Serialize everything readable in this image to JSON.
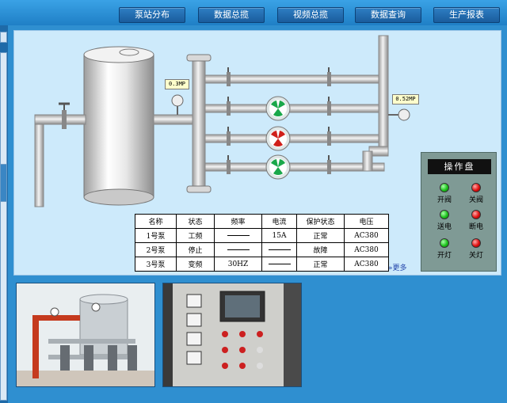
{
  "nav": {
    "buttons": [
      "泵站分布",
      "数据总揽",
      "视频总揽",
      "数据查询",
      "生产报表"
    ]
  },
  "gauges": {
    "left": "0.3MP",
    "right": "0.52MP"
  },
  "table": {
    "headers": [
      "名称",
      "状态",
      "频率",
      "电流",
      "保护状态",
      "电压"
    ],
    "rows": [
      [
        "1号泵",
        "工频",
        "—",
        "15A",
        "正常",
        "AC380"
      ],
      [
        "2号泵",
        "停止",
        "—",
        "—",
        "故障",
        "AC380"
      ],
      [
        "3号泵",
        "变频",
        "30HZ",
        "—",
        "正常",
        "AC380"
      ]
    ],
    "more": "更多"
  },
  "operation_panel": {
    "title": "操作盘",
    "buttons": [
      {
        "label": "开阀",
        "color": "green"
      },
      {
        "label": "关阀",
        "color": "red"
      },
      {
        "label": "送电",
        "color": "green"
      },
      {
        "label": "断电",
        "color": "red"
      },
      {
        "label": "开灯",
        "color": "green"
      },
      {
        "label": "关灯",
        "color": "red"
      }
    ]
  },
  "colors": {
    "panel_bg": "#cdeafb",
    "pump_on": "#1aa84a",
    "pump_off": "#d0201a",
    "page_bg": "#2f8fd0"
  }
}
